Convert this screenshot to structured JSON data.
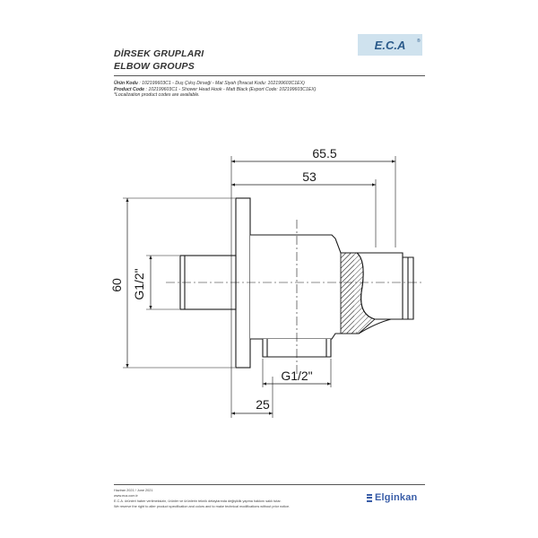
{
  "header": {
    "title_tr": "DİRSEK GRUPLARI",
    "title_en": "ELBOW GROUPS",
    "logo_text": "E.C.A",
    "logo_registered": "®"
  },
  "info": {
    "line1_label": "Ürün Kodu",
    "line1_text": ": 102199603C1 - Duş Çıkış Dirseği - Mat Siyah (İhracat Kodu: 102199603C1EX)",
    "line2_label": "Product Code",
    "line2_text": ": 102199603C1 - Shower Head Hook - Matt Black (Export Code: 102199603C1EX)",
    "line3_text": "*Localization product codes are available."
  },
  "drawing": {
    "dim_total_width": "65.5",
    "dim_body_width": "53",
    "dim_height": "60",
    "dim_thread_left": "G1/2\"",
    "dim_thread_bottom": "G1/2\"",
    "dim_depth": "25"
  },
  "footer": {
    "date": "Haziran 2021 / June 2021",
    "website": "www.eca.com.tr",
    "note_tr": "E.C.A. ürünleri haber verilmeksizin, ürünler ve ürünlerin teknik detaylarında değişiklik yapma hakkını saklı tutar.",
    "note_en": "We reserve the right to alter product specification and colors and to make technical modifications without prior notice."
  },
  "brand": {
    "name": "Elginkan"
  },
  "colors": {
    "logo_bg": "#cfe2ee",
    "logo_fg": "#2a5a8a",
    "brand": "#3a5ea8",
    "line": "#1a1a1a"
  }
}
